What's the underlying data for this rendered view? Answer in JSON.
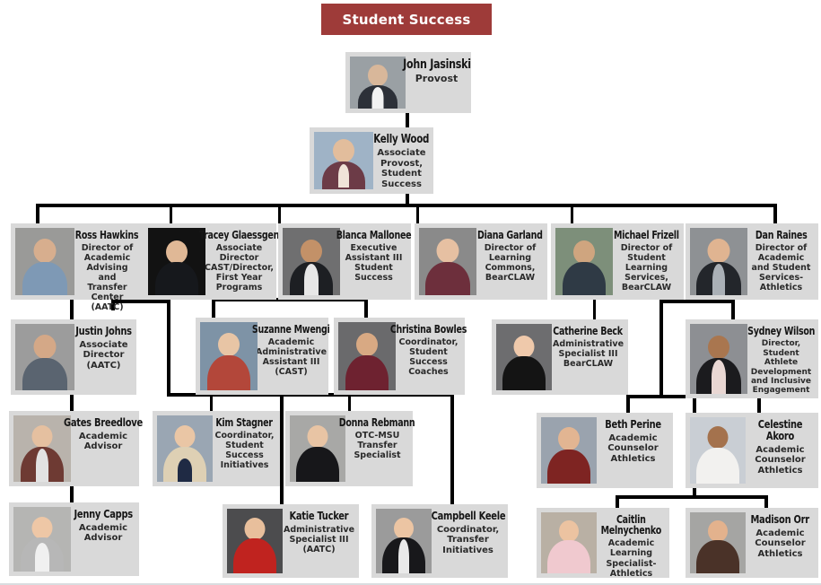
{
  "header": {
    "title": "Student Success",
    "banner_color": "#9e3b39",
    "banner_text_color": "#ffffff"
  },
  "theme": {
    "card_background": "#d9d9d9",
    "connector_color": "#000000",
    "page_background": "#ffffff"
  },
  "people": {
    "jasinski": {
      "name": "John Jasinski",
      "title": "Provost"
    },
    "wood": {
      "name": "Kelly Wood",
      "title": "Associate Provost, Student Success"
    },
    "hawkins": {
      "name": "Ross Hawkins",
      "title": "Director of Academic Advising and Transfer Center (AATC)"
    },
    "glaessgen": {
      "name": "Tracey Glaessgen",
      "title": "Associate Director CAST/Director, First Year Programs"
    },
    "mallonee": {
      "name": "Blanca Mallonee",
      "title": "Executive Assistant III Student Success"
    },
    "garland": {
      "name": "Diana Garland",
      "title": "Director of Learning Commons, BearCLAW"
    },
    "frizell": {
      "name": "Michael Frizell",
      "title": "Director of Student Learning Services, BearCLAW"
    },
    "raines": {
      "name": "Dan Raines",
      "title": "Director of Academic and Student Services-Athletics"
    },
    "johns": {
      "name": "Justin Johns",
      "title": "Associate Director (AATC)"
    },
    "mwengi": {
      "name": "Suzanne Mwengi",
      "title": "Academic Administrative Assistant III (CAST)"
    },
    "bowles": {
      "name": "Christina Bowles",
      "title": "Coordinator, Student Success Coaches"
    },
    "beck": {
      "name": "Catherine Beck",
      "title": "Administrative Specialist III BearCLAW"
    },
    "wilson": {
      "name": "Sydney Wilson",
      "title": "Director, Student Athlete Development and Inclusive Engagement"
    },
    "breedlove": {
      "name": "Gates Breedlove",
      "title": "Academic Advisor"
    },
    "stagner": {
      "name": "Kim Stagner",
      "title": "Coordinator, Student Success Initiatives"
    },
    "rebmann": {
      "name": "Donna Rebmann",
      "title": "OTC-MSU Transfer Specialist"
    },
    "perine": {
      "name": "Beth Perine",
      "title": "Academic Counselor Athletics"
    },
    "akoro": {
      "name": "Celestine Akoro",
      "title": "Academic Counselor Athletics"
    },
    "capps": {
      "name": "Jenny Capps",
      "title": "Academic Advisor"
    },
    "tucker": {
      "name": "Katie Tucker",
      "title": "Administrative Specialist III (AATC)"
    },
    "keele": {
      "name": "Campbell Keele",
      "title": "Coordinator, Transfer Initiatives"
    },
    "melnychenko": {
      "name": "Caitlin Melnychenko",
      "title": "Academic Learning Specialist-Athletics"
    },
    "orr": {
      "name": "Madison Orr",
      "title": "Academic Counselor Athletics"
    }
  },
  "chart_data": {
    "type": "diagram",
    "diagram_kind": "organizational-chart",
    "title": "Student Success",
    "nodes": [
      {
        "id": "jasinski",
        "name": "John Jasinski",
        "title": "Provost",
        "level": 0
      },
      {
        "id": "wood",
        "name": "Kelly Wood",
        "title": "Associate Provost, Student Success",
        "level": 1
      },
      {
        "id": "hawkins",
        "name": "Ross Hawkins",
        "title": "Director of Academic Advising and Transfer Center (AATC)",
        "level": 2
      },
      {
        "id": "glaessgen",
        "name": "Tracey Glaessgen",
        "title": "Associate Director CAST/Director, First Year Programs",
        "level": 2
      },
      {
        "id": "mallonee",
        "name": "Blanca Mallonee",
        "title": "Executive Assistant III Student Success",
        "level": 2
      },
      {
        "id": "garland",
        "name": "Diana Garland",
        "title": "Director of Learning Commons, BearCLAW",
        "level": 2
      },
      {
        "id": "frizell",
        "name": "Michael Frizell",
        "title": "Director of Student Learning Services, BearCLAW",
        "level": 2
      },
      {
        "id": "raines",
        "name": "Dan Raines",
        "title": "Director of Academic and Student Services-Athletics",
        "level": 2
      },
      {
        "id": "johns",
        "name": "Justin Johns",
        "title": "Associate Director (AATC)",
        "level": 3
      },
      {
        "id": "mwengi",
        "name": "Suzanne Mwengi",
        "title": "Academic Administrative Assistant III (CAST)",
        "level": 3
      },
      {
        "id": "bowles",
        "name": "Christina Bowles",
        "title": "Coordinator, Student Success Coaches",
        "level": 3
      },
      {
        "id": "beck",
        "name": "Catherine Beck",
        "title": "Administrative Specialist III BearCLAW",
        "level": 3
      },
      {
        "id": "wilson",
        "name": "Sydney Wilson",
        "title": "Director, Student Athlete Development and Inclusive Engagement",
        "level": 3
      },
      {
        "id": "breedlove",
        "name": "Gates Breedlove",
        "title": "Academic Advisor",
        "level": 4
      },
      {
        "id": "stagner",
        "name": "Kim Stagner",
        "title": "Coordinator, Student Success Initiatives",
        "level": 4
      },
      {
        "id": "rebmann",
        "name": "Donna Rebmann",
        "title": "OTC-MSU Transfer Specialist",
        "level": 4
      },
      {
        "id": "perine",
        "name": "Beth Perine",
        "title": "Academic Counselor Athletics",
        "level": 4
      },
      {
        "id": "akoro",
        "name": "Celestine Akoro",
        "title": "Academic Counselor Athletics",
        "level": 4
      },
      {
        "id": "capps",
        "name": "Jenny Capps",
        "title": "Academic Advisor",
        "level": 5
      },
      {
        "id": "tucker",
        "name": "Katie Tucker",
        "title": "Administrative Specialist III (AATC)",
        "level": 5
      },
      {
        "id": "keele",
        "name": "Campbell Keele",
        "title": "Coordinator, Transfer Initiatives",
        "level": 5
      },
      {
        "id": "melnychenko",
        "name": "Caitlin Melnychenko",
        "title": "Academic Learning Specialist-Athletics",
        "level": 5
      },
      {
        "id": "orr",
        "name": "Madison Orr",
        "title": "Academic Counselor Athletics",
        "level": 5
      }
    ],
    "edges": [
      {
        "from": "jasinski",
        "to": "wood"
      },
      {
        "from": "wood",
        "to": "hawkins"
      },
      {
        "from": "wood",
        "to": "glaessgen"
      },
      {
        "from": "wood",
        "to": "mallonee"
      },
      {
        "from": "wood",
        "to": "garland"
      },
      {
        "from": "wood",
        "to": "frizell"
      },
      {
        "from": "wood",
        "to": "raines"
      },
      {
        "from": "hawkins",
        "to": "johns"
      },
      {
        "from": "hawkins",
        "to": "stagner"
      },
      {
        "from": "hawkins",
        "to": "rebmann"
      },
      {
        "from": "hawkins",
        "to": "tucker"
      },
      {
        "from": "hawkins",
        "to": "keele"
      },
      {
        "from": "glaessgen",
        "to": "mwengi"
      },
      {
        "from": "glaessgen",
        "to": "bowles"
      },
      {
        "from": "frizell",
        "to": "beck"
      },
      {
        "from": "raines",
        "to": "wilson"
      },
      {
        "from": "raines",
        "to": "perine"
      },
      {
        "from": "raines",
        "to": "akoro"
      },
      {
        "from": "raines",
        "to": "melnychenko"
      },
      {
        "from": "raines",
        "to": "orr"
      },
      {
        "from": "johns",
        "to": "breedlove"
      },
      {
        "from": "breedlove",
        "to": "capps"
      }
    ]
  }
}
